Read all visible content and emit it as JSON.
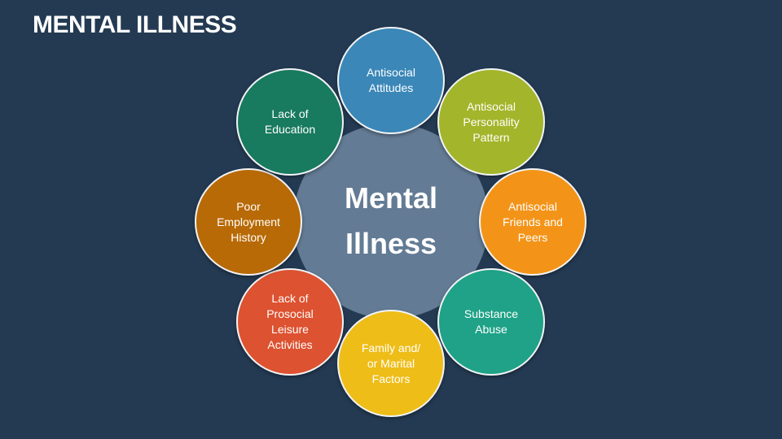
{
  "title": "MENTAL ILLNESS",
  "center": {
    "line1": "Mental",
    "line2": "Illness",
    "color": "#637b94"
  },
  "nodes": [
    {
      "label": "Antisocial\nAttitudes",
      "color": "#3a87b8"
    },
    {
      "label": "Antisocial\nPersonality\nPattern",
      "color": "#a3b52a"
    },
    {
      "label": "Antisocial\nFriends and\nPeers",
      "color": "#f39419"
    },
    {
      "label": "Substance\nAbuse",
      "color": "#1fa287"
    },
    {
      "label": "Family and/\nor Marital\nFactors",
      "color": "#eebd18"
    },
    {
      "label": "Lack of\nProsocial\nLeisure\nActivities",
      "color": "#dd5230"
    },
    {
      "label": "Poor\nEmployment\nHistory",
      "color": "#b86a06"
    },
    {
      "label": "Lack of\nEducation",
      "color": "#187a5e"
    }
  ]
}
